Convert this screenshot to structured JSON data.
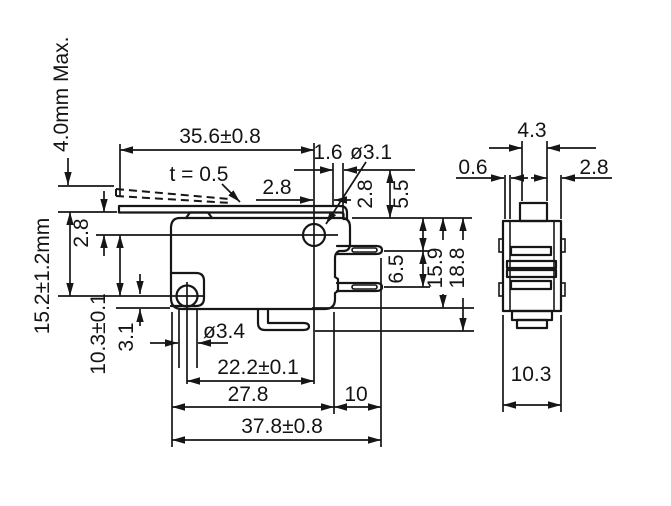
{
  "drawing": {
    "front_view": {
      "lever_travel_max": "4.0mm Max.",
      "lever_length": "35.6±0.8",
      "lever_thickness": "t = 0.5",
      "hole_offset_h": "2.8",
      "tab_offset": "1.6",
      "hole_top_diameter": "ø3.1",
      "plunger_free_height": "2.8",
      "case_top_to_terminal": "5.5",
      "terminal_spacing": "6.5",
      "case_height": "15.9",
      "overall_height": "18.8",
      "lever_free_height": "15.2±1.2mm",
      "lever_to_hole_center": "2.8",
      "hole_spacing_vertical": "10.3±0.1",
      "hole_center_to_bottom": "3.1",
      "hole_bottom_diameter": "ø3.4",
      "hole_spacing_horizontal": "22.2±0.1",
      "case_width": "27.8",
      "terminal_length": "10",
      "overall_width": "37.8±0.8"
    },
    "side_view": {
      "plunger_width": "4.3",
      "rib_width": "0.6",
      "plunger_to_edge": "2.8",
      "case_depth": "10.3"
    }
  }
}
